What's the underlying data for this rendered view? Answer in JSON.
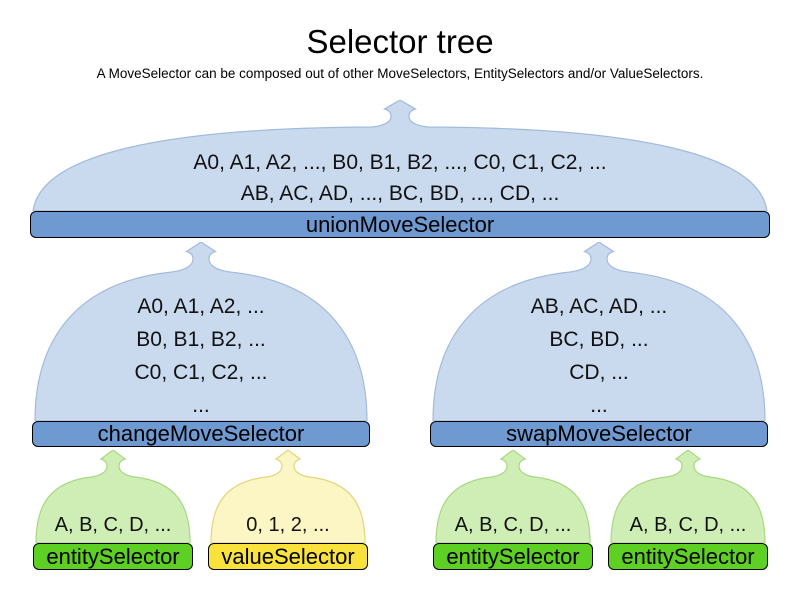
{
  "title": "Selector tree",
  "subtitle": "A MoveSelector can be composed out of other MoveSelectors, EntitySelectors and/or ValueSelectors.",
  "colors": {
    "cloud_blue": "#c9d9ee",
    "cloud_blue_stroke": "#a3bbdb",
    "bar_blue": "#6f9ad1",
    "cloud_green": "#cfeeb5",
    "cloud_green_stroke": "#a8d881",
    "bar_green": "#5ecf23",
    "cloud_yellow": "#fbf6c3",
    "cloud_yellow_stroke": "#e3d47e",
    "bar_yellow": "#f9e23c"
  },
  "nodes": {
    "union": {
      "label": "unionMoveSelector",
      "lines": [
        "A0, A1, A2, ..., B0, B1, B2, ..., C0, C1, C2, ...",
        "AB, AC, AD, ..., BC, BD, ..., CD, ..."
      ]
    },
    "change": {
      "label": "changeMoveSelector",
      "lines": [
        "A0, A1, A2, ...",
        "B0, B1, B2, ...",
        "C0, C1, C2, ...",
        "..."
      ]
    },
    "swap": {
      "label": "swapMoveSelector",
      "lines": [
        "AB, AC, AD, ...",
        "BC, BD, ...",
        "CD, ...",
        "..."
      ]
    },
    "entity1": {
      "label": "entitySelector",
      "lines": [
        "A, B, C, D, ..."
      ]
    },
    "value1": {
      "label": "valueSelector",
      "lines": [
        "0, 1, 2, ..."
      ]
    },
    "entity2": {
      "label": "entitySelector",
      "lines": [
        "A, B, C, D, ..."
      ]
    },
    "entity3": {
      "label": "entitySelector",
      "lines": [
        "A, B, C, D, ..."
      ]
    }
  }
}
